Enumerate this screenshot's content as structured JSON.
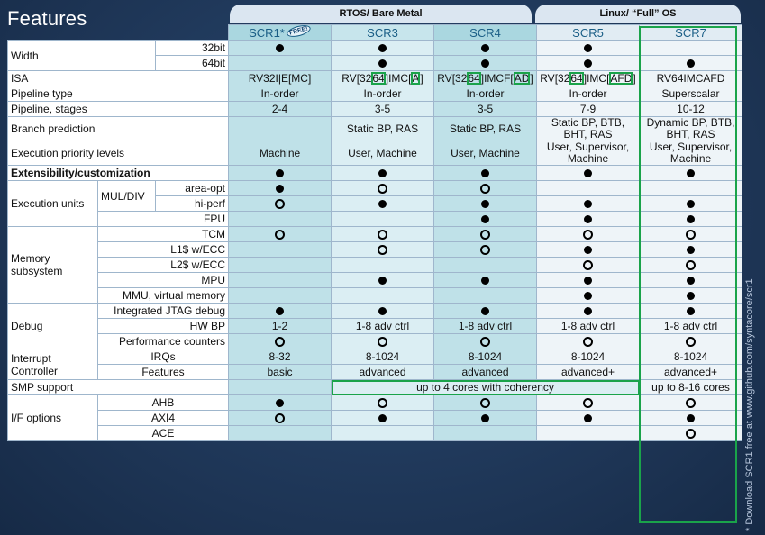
{
  "page": {
    "title": "Features",
    "side_note": "* Download SCR1 free at www.github.com/syntacore/scr1"
  },
  "groups": {
    "rtos": "RTOS/ Bare Metal",
    "linux": "Linux/ “Full” OS"
  },
  "columns": {
    "scr1": "SCR1*",
    "scr1_badge": "FREE!",
    "scr3": "SCR3",
    "scr4": "SCR4",
    "scr5": "SCR5",
    "scr7": "SCR7"
  },
  "rows": {
    "width": "Width",
    "width_32": "32bit",
    "width_64": "64bit",
    "isa": "ISA",
    "isa_scr1": "RV32I|E[MC]",
    "isa_scr3_a": "RV[32",
    "isa_scr3_b": "64",
    "isa_scr3_c": "]IMC[",
    "isa_scr3_d": "A",
    "isa_scr3_e": "]",
    "isa_scr4_a": "RV[32",
    "isa_scr4_b": "64",
    "isa_scr4_c": "]IMCF[",
    "isa_scr4_d": "AD",
    "isa_scr4_e": "]",
    "isa_scr5_a": "RV[32",
    "isa_scr5_b": "64",
    "isa_scr5_c": "]IMC[",
    "isa_scr5_d": "AFD",
    "isa_scr5_e": "]",
    "isa_scr7": "RV64IMCAFD",
    "pipeline_type": "Pipeline type",
    "pt_inorder": "In-order",
    "pt_superscalar": "Superscalar",
    "pipeline_stages": "Pipeline, stages",
    "ps_scr1": "2-4",
    "ps_scr3": "3-5",
    "ps_scr4": "3-5",
    "ps_scr5": "7-9",
    "ps_scr7": "10-12",
    "branch": "Branch prediction",
    "bp_static": "Static BP, RAS",
    "bp_scr5": "Static BP, BTB, BHT, RAS",
    "bp_scr7": "Dynamic BP, BTB, BHT, RAS",
    "priority": "Execution priority levels",
    "pr_machine": "Machine",
    "pr_user_machine": "User, Machine",
    "pr_full": "User, Supervisor, Machine",
    "ext": "Extensibility/customization",
    "exec_units": "Execution units",
    "muldiv": "MUL/DIV",
    "area_opt": "area-opt",
    "hi_perf": "hi-perf",
    "fpu": "FPU",
    "memory": "Memory subsystem",
    "tcm": "TCM",
    "l1": "L1$ w/ECC",
    "l2": "L2$ w/ECC",
    "mpu": "MPU",
    "mmu": "MMU, virtual memory",
    "debug": "Debug",
    "jtag": "Integrated JTAG debug",
    "hwbp": "HW BP",
    "hwbp_scr1": "1-2",
    "hwbp_adv": "1-8 adv ctrl",
    "perf": "Performance counters",
    "irq_ctrl": "Interrupt Controller",
    "irqs": "IRQs",
    "irqs_scr1": "8-32",
    "irqs_other": "8-1024",
    "features": "Features",
    "f_basic": "basic",
    "f_advanced": "advanced",
    "f_advanced_plus": "advanced+",
    "smp": "SMP support",
    "smp_rtos": "up to 4 cores with coherency",
    "smp_scr7": "up to 8-16 cores",
    "if_options": "I/F options",
    "ahb": "AHB",
    "axi4": "AXI4",
    "ace": "ACE"
  },
  "colors": {
    "accent_green": "#1aa34a",
    "header_text": "#1a5e86",
    "background": "#1d3454"
  }
}
